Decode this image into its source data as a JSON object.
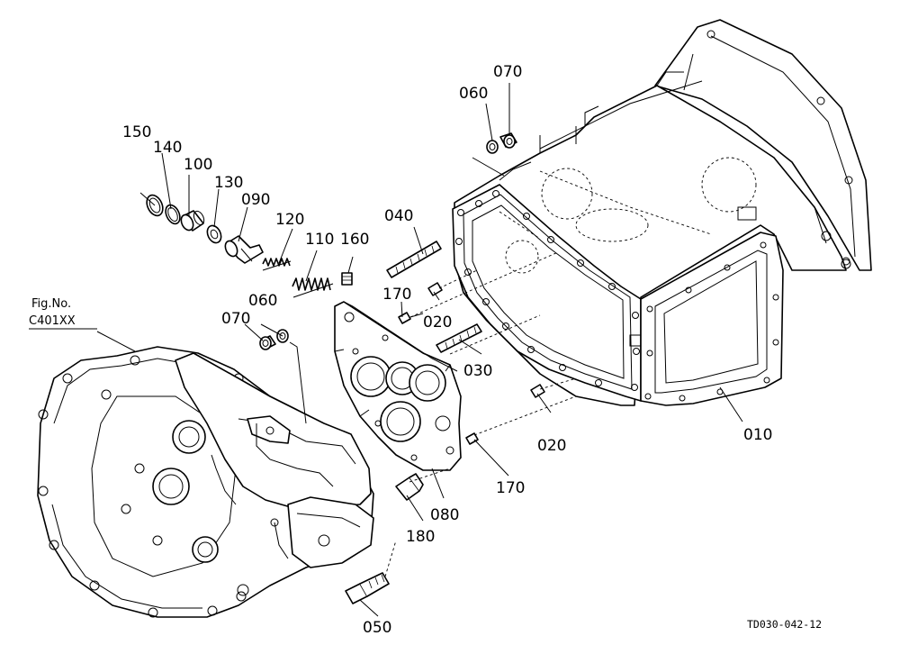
{
  "figure_reference": {
    "line1": "Fig.No.",
    "line2": "C401XX"
  },
  "drawing_code": "TD030-042-12",
  "callouts": [
    {
      "id": "150",
      "text": "150"
    },
    {
      "id": "140",
      "text": "140"
    },
    {
      "id": "100",
      "text": "100"
    },
    {
      "id": "130",
      "text": "130"
    },
    {
      "id": "090",
      "text": "090"
    },
    {
      "id": "120",
      "text": "120"
    },
    {
      "id": "110",
      "text": "110"
    },
    {
      "id": "160",
      "text": "160"
    },
    {
      "id": "060a",
      "text": "060"
    },
    {
      "id": "070a",
      "text": "070"
    },
    {
      "id": "040",
      "text": "040"
    },
    {
      "id": "170a",
      "text": "170"
    },
    {
      "id": "020a",
      "text": "020"
    },
    {
      "id": "060b",
      "text": "060"
    },
    {
      "id": "070b",
      "text": "070"
    },
    {
      "id": "030",
      "text": "030"
    },
    {
      "id": "020b",
      "text": "020"
    },
    {
      "id": "010",
      "text": "010"
    },
    {
      "id": "170b",
      "text": "170"
    },
    {
      "id": "080",
      "text": "080"
    },
    {
      "id": "180",
      "text": "180"
    },
    {
      "id": "050",
      "text": "050"
    }
  ]
}
